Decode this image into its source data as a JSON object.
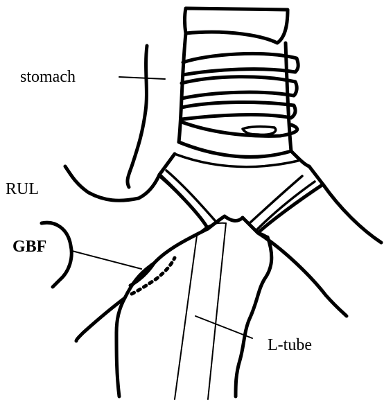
{
  "labels": {
    "stomach": "stomach",
    "rul": "RUL",
    "gbf": "GBF",
    "l_tube": "L-tube"
  }
}
